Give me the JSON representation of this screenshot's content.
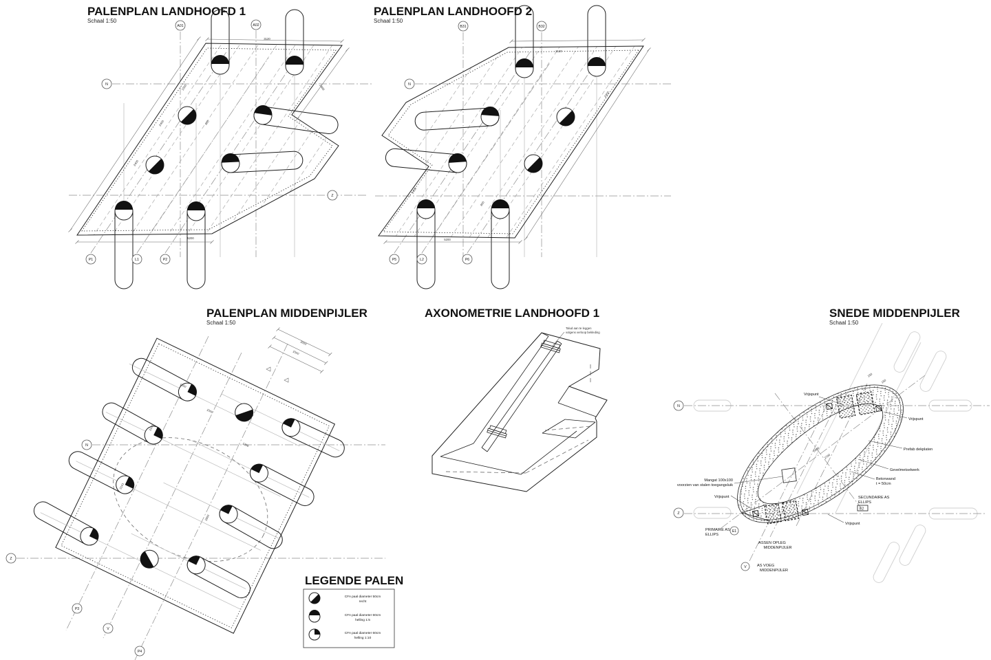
{
  "titles": {
    "plan1": "PALENPLAN LANDHOOFD 1",
    "plan2": "PALENPLAN LANDHOOFD 2",
    "middenpijler": "PALENPLAN MIDDENPIJLER",
    "axon": "AXONOMETRIE LANDHOOFD 1",
    "snede": "SNEDE MIDDENPIJLER",
    "legend": "LEGENDE PALEN",
    "scale": "Schaal 1:50"
  },
  "m": {
    "n": "N",
    "z": "Z",
    "v": "V",
    "a01": "A01",
    "a02": "A02",
    "b31": "B31",
    "b32": "B32",
    "p1": "P1",
    "l1": "L1",
    "p2": "P2",
    "p3": "P3",
    "p4": "P4",
    "p5": "P5",
    "l2": "L2",
    "p6": "P6",
    "e1": "E1",
    "e2": "E2"
  },
  "legend": {
    "items": [
      {
        "line1": "CFA paal diameter 50cm",
        "line2": "recht"
      },
      {
        "line1": "CFA paal diameter 60cm",
        "line2": "helling 1:5"
      },
      {
        "line1": "CFA paal diameter 60cm",
        "line2": "helling 1:10"
      }
    ]
  },
  "snede": {
    "vrijspunt": "Vrijspunt",
    "prefab": "Prefab dekplaten",
    "gevel": "Gevelmetselwerk",
    "betonwand1": "Betonwand",
    "betonwand2": "t = 50cm",
    "sec1": "SECUNDAIRE AS",
    "sec2": "ELLIPS",
    "prim1": "PRIMAIRE AS",
    "prim2": "ELLIPS",
    "mangat1": "Mangat 100x100",
    "mangat2": "voorzien van stalen toegangsluik",
    "assen1": "ASSEN OPLEG",
    "assen2": "MIDDENPIJLER",
    "voeg1": "AS VOEG",
    "voeg2": "MIDDENPIJLER"
  },
  "axon": {
    "note1": "Talud aan te leggen",
    "note2": "volgens verloop bekleding"
  },
  "dims": {
    "tiny": [
      "3120",
      "5200",
      "2400",
      "1500",
      "2141",
      "1356",
      "1800",
      "5400",
      "2700",
      "150",
      "3000",
      "800"
    ]
  }
}
